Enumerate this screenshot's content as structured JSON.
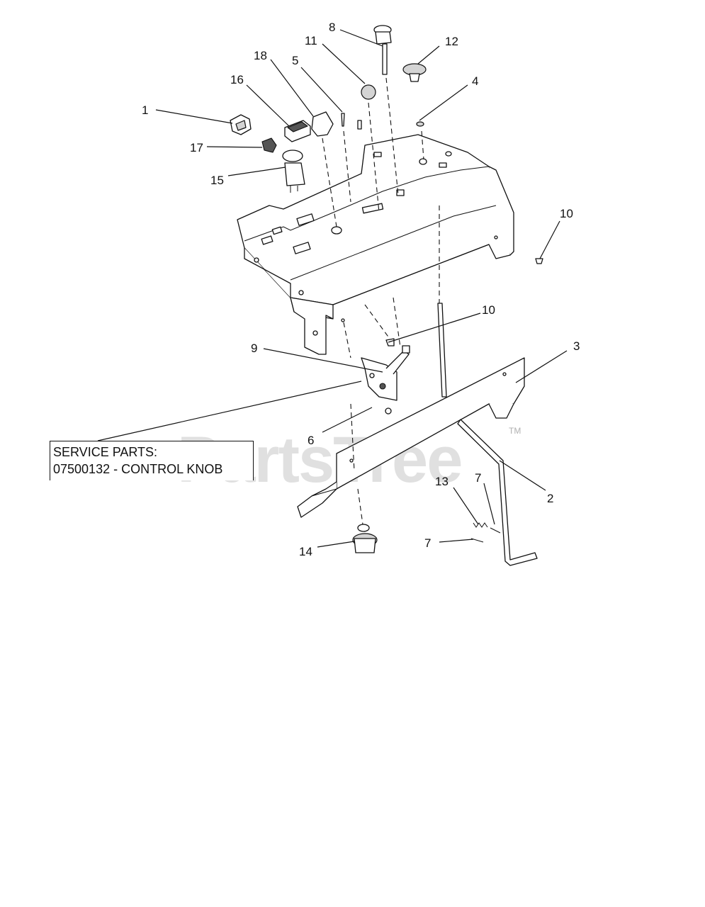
{
  "diagram": {
    "callouts": [
      {
        "id": "c1",
        "text": "1"
      },
      {
        "id": "c2",
        "text": "2"
      },
      {
        "id": "c3",
        "text": "3"
      },
      {
        "id": "c4",
        "text": "4"
      },
      {
        "id": "c5",
        "text": "5"
      },
      {
        "id": "c6",
        "text": "6"
      },
      {
        "id": "c7a",
        "text": "7"
      },
      {
        "id": "c7b",
        "text": "7"
      },
      {
        "id": "c8",
        "text": "8"
      },
      {
        "id": "c9",
        "text": "9"
      },
      {
        "id": "c10a",
        "text": "10"
      },
      {
        "id": "c10b",
        "text": "10"
      },
      {
        "id": "c11",
        "text": "11"
      },
      {
        "id": "c12",
        "text": "12"
      },
      {
        "id": "c13",
        "text": "13"
      },
      {
        "id": "c14",
        "text": "14"
      },
      {
        "id": "c15",
        "text": "15"
      },
      {
        "id": "c16",
        "text": "16"
      },
      {
        "id": "c17",
        "text": "17"
      },
      {
        "id": "c18",
        "text": "18"
      }
    ],
    "service_note": {
      "line1": "SERVICE PARTS:",
      "line2": "07500132 - CONTROL KNOB"
    },
    "watermark": {
      "text": "PartsTree",
      "tm": "TM"
    }
  }
}
